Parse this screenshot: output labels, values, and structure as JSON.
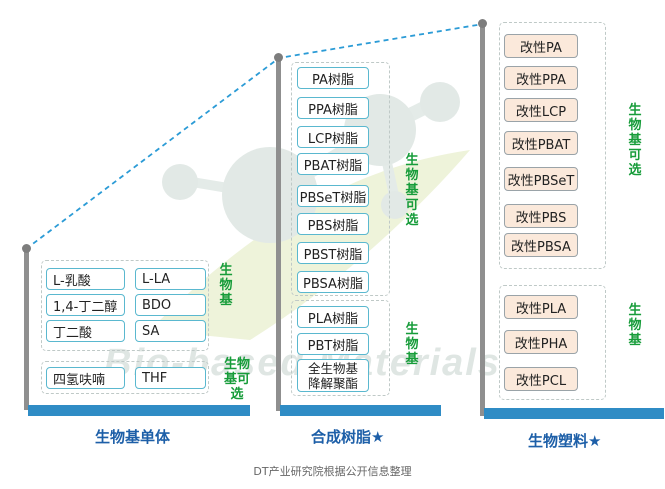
{
  "watermark": "Bio-based Materials",
  "columns": [
    {
      "title": "生物基单体"
    },
    {
      "title": "合成树脂★"
    },
    {
      "title": "生物塑料★"
    }
  ],
  "monomers": {
    "pairs": [
      {
        "name": "L-乳酸",
        "abbr": "L-LA"
      },
      {
        "name": "1,4-丁二醇",
        "abbr": "BDO"
      },
      {
        "name": "丁二酸",
        "abbr": "SA"
      },
      {
        "name": "四氢呋喃",
        "abbr": "THF"
      }
    ],
    "tag_bio": "生物基",
    "tag_optional": "生物基可选"
  },
  "resins": {
    "optional_group": [
      "PA树脂",
      "PPA树脂",
      "LCP树脂",
      "PBAT树脂",
      "PBSeT树脂",
      "PBS树脂",
      "PBST树脂",
      "PBSA树脂"
    ],
    "optional_tag": "生物基可选",
    "bio_group": [
      "PLA树脂",
      "PBT树脂"
    ],
    "bio_full_line1": "全生物基",
    "bio_full_line2": "降解聚酯",
    "bio_tag": "生物基"
  },
  "plastics": {
    "optional_group": [
      "改性PA",
      "改性PPA",
      "改性LCP",
      "改性PBAT",
      "改性PBSeT",
      "改性PBS",
      "改性PBSA"
    ],
    "optional_tag": "生物基可选",
    "bio_group": [
      "改性PLA",
      "改性PHA",
      "改性PCL"
    ],
    "bio_tag": "生物基"
  },
  "caption": "DT产业研究院根据公开信息整理",
  "colors": {
    "base_bar": "#2f8cc5",
    "title_text": "#1d5fa8",
    "tag_text": "#179c3a",
    "box_border": "#5ab8cf",
    "plastic_fill": "#fbe9db"
  }
}
